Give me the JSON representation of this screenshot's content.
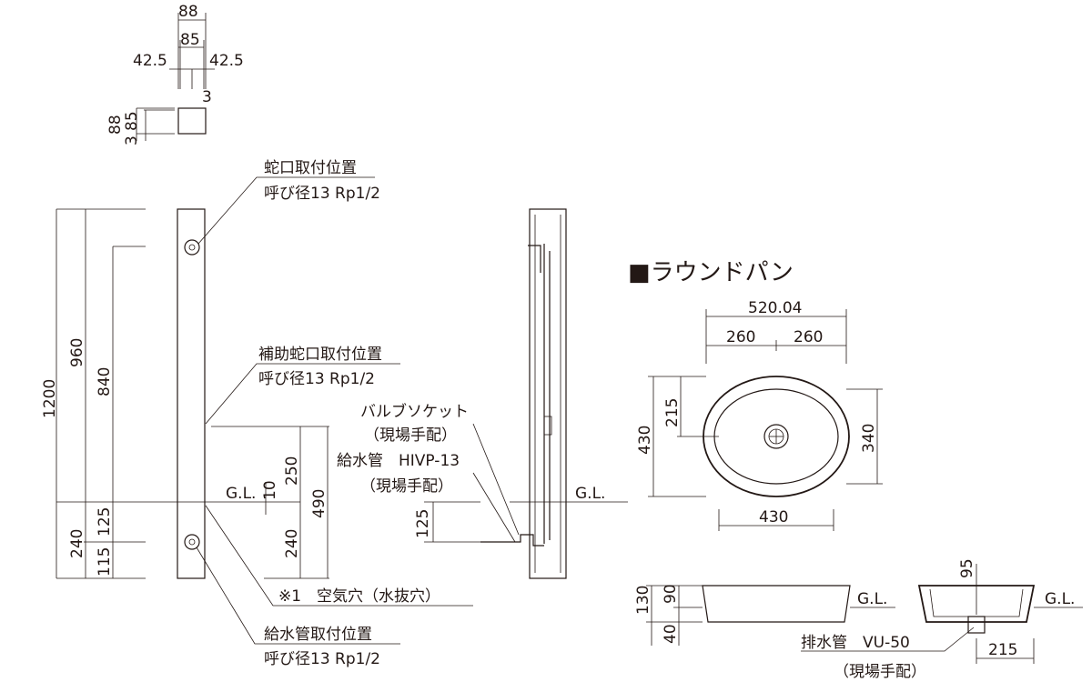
{
  "top_view": {
    "dim_88": "88",
    "dim_85": "85",
    "dim_42_5_left": "42.5",
    "dim_42_5_right": "42.5",
    "dim_3": "3",
    "side_88": "88",
    "side_85": "85",
    "side_3": "3"
  },
  "front_view": {
    "dim_1200": "1200",
    "dim_960": "960",
    "dim_840": "840",
    "dim_240": "240",
    "dim_125": "125",
    "dim_115": "115",
    "dim_250": "250",
    "dim_490": "490",
    "dim_240b": "240",
    "dim_10": "10",
    "gl": "G.L."
  },
  "labels": {
    "faucet_pos": "蛇口取付位置",
    "faucet_spec": "呼び径13 Rp1/2",
    "aux_faucet_pos": "補助蛇口取付位置",
    "aux_faucet_spec": "呼び径13 Rp1/2",
    "valve_socket": "バルブソケット",
    "valve_socket_note": "（現場手配）",
    "supply_pipe": "給水管　HIVP-13",
    "supply_pipe_note": "（現場手配）",
    "air_hole": "※1　空気穴（水抜穴）",
    "supply_pos": "給水管取付位置",
    "supply_spec": "呼び径13 Rp1/2"
  },
  "side_view": {
    "dim_125": "125",
    "gl": "G.L."
  },
  "pan": {
    "title": "■ラウンドパン",
    "dim_520": "520.04",
    "dim_260a": "260",
    "dim_260b": "260",
    "dim_215": "215",
    "dim_430v": "430",
    "dim_340": "340",
    "dim_430h": "430",
    "dim_130": "130",
    "dim_90": "90",
    "dim_40": "40",
    "gl1": "G.L.",
    "dim_95": "95",
    "gl2": "G.L.",
    "drain_pipe": "排水管　VU-50",
    "drain_note": "（現場手配）",
    "dim_215b": "215"
  }
}
